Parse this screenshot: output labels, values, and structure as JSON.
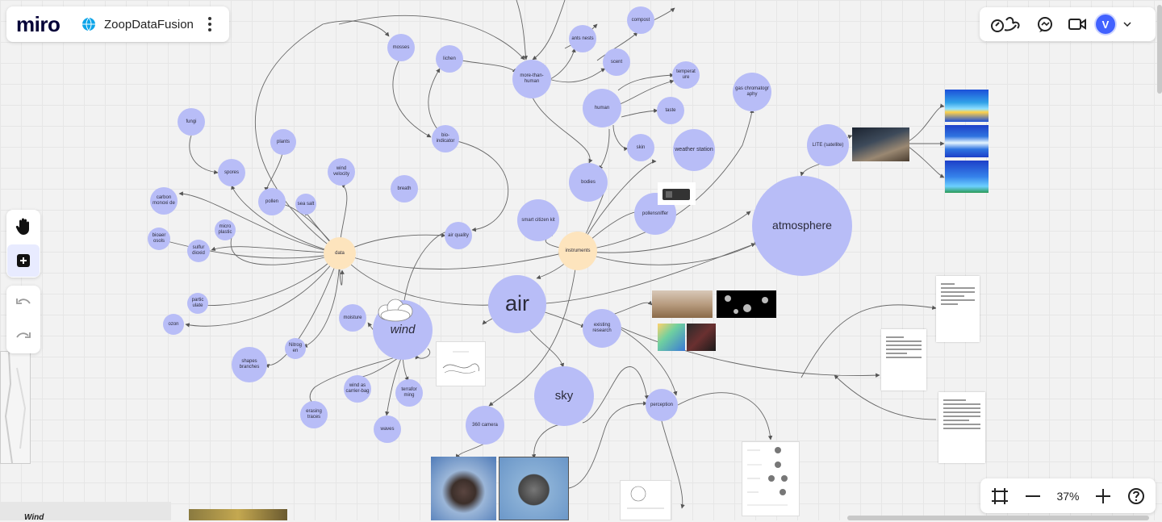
{
  "app": {
    "logo": "miro",
    "board_name": "ZoopDataFusion"
  },
  "user": {
    "initial": "V",
    "color": "#4262ff"
  },
  "zoom": {
    "level": "37%"
  },
  "frame_label": "Wind",
  "colors": {
    "node": "#b8bdf7",
    "hub": "#fde4bd",
    "edge": "#555555"
  },
  "nodes": {
    "mosses": "mosses",
    "lichen": "lichen",
    "compost": "compost",
    "ants_nests": "ants nests",
    "scent": "scent",
    "more_than_human": "more-than-human",
    "temperature": "temperat ure",
    "human": "human",
    "taste": "taste",
    "gas_chromatography": "gas chromatogr aphy",
    "fungi": "fungi",
    "plants": "plants",
    "bio_indicator": "bio-indicator",
    "skin": "skin",
    "weather_station": "weather station",
    "lite_satellite": "LITE (satellite)",
    "spores": "spores",
    "wind_velocity": "wind velocity",
    "breath": "breath",
    "bodies": "bodies",
    "carbon_monoxide": "carbon monoxi de",
    "pollen": "pollen",
    "sea_salt": "sea salt",
    "smart_citizen_kit": "smart citizen kit",
    "pollensniffer": "pollensniffer",
    "atmosphere": "atmosphere",
    "bioaerosols": "bioaer osols",
    "micro_plastic": "micro plastic",
    "air_quality": "air quality",
    "sulfur_dioxide": "sulfur dioxid",
    "data": "data",
    "instruments": "instruments",
    "particulate": "partic ulate",
    "moisture": "moisture",
    "air": "air",
    "wind": "wind",
    "existing_research": "existing research",
    "ozon": "ozon",
    "nitrogen": "Nitrog en",
    "shapes_branches": "shapes branches",
    "wind_as_carrier_bag": "wind as carrier-bag",
    "terraforming": "terrafor ming",
    "sky": "sky",
    "perception": "perception",
    "erasing_traces": "erasing traces",
    "waves": "waves",
    "camera_360": "360 camera"
  }
}
